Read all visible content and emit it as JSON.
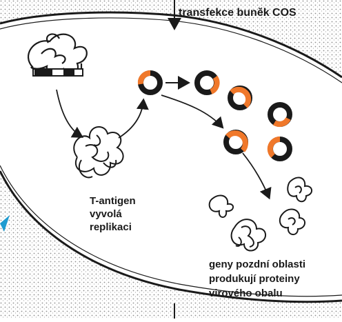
{
  "labels": {
    "transfection": "transfekce buněk COS",
    "t_antigen": [
      "T-antigen",
      "vyvolá",
      "replikaci"
    ],
    "late_genes": [
      "geny pozdní oblasti",
      "produkují proteiny",
      "virového obalu"
    ]
  },
  "colors": {
    "ink": "#1a1a1a",
    "plasmid_insert": "#f0782a",
    "cell_stipple": "#555555",
    "marker": "#1f9bd0"
  }
}
